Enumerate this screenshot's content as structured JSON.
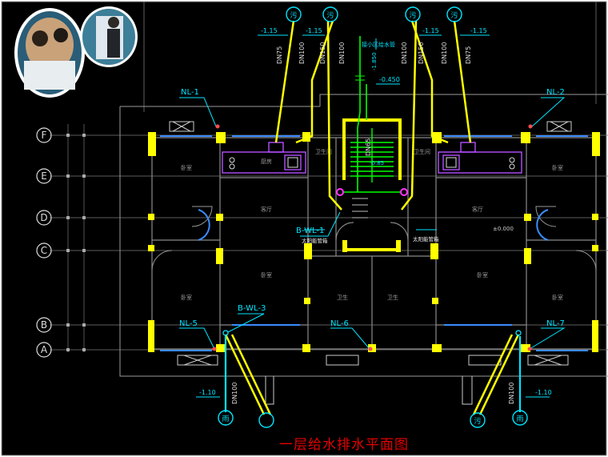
{
  "caption": "一层给水排水平面图",
  "axis_labels": [
    "F",
    "E",
    "D",
    "C",
    "B",
    "A"
  ],
  "pipe_labels": {
    "nl1": "NL-1",
    "nl2": "NL-2",
    "nl5": "NL-5",
    "nl6": "NL-6",
    "nl7": "NL-7",
    "bwl1": "B-WL-1",
    "bwl3": "B-WL-3"
  },
  "elevations": {
    "e1": "-1.15",
    "e2": "-1.15",
    "e3": "-1.15",
    "e4": "-1.15",
    "e5": "-1.10",
    "e6": "-1.10",
    "e7": "-1.850",
    "e8": "-0.450",
    "e9": "-0.85",
    "e10": "±0.000"
  },
  "diameters": {
    "d1": "DN75",
    "d2": "DN100",
    "d3": "DN150",
    "d4": "DN100",
    "d5": "DN100",
    "d6": "DN150",
    "d7": "DN100",
    "d8": "DN75",
    "d9": "DN100",
    "d10": "DN100",
    "d11": "DN65"
  },
  "notes": {
    "supply": "接小区给水管",
    "solar_left": "太阳能管箱",
    "solar_right": "太阳能管箱"
  },
  "circles": {
    "c1": "污",
    "c2": "污",
    "c3": "污",
    "c4": "污",
    "c5": "雨",
    "c6": "污",
    "c7": "雨"
  },
  "colors": {
    "background": "#000000",
    "walls": "#ffff00",
    "grid": "#808080",
    "supply_pipe": "#00ff00",
    "annotation": "#00ffff",
    "caption": "#e60000"
  }
}
